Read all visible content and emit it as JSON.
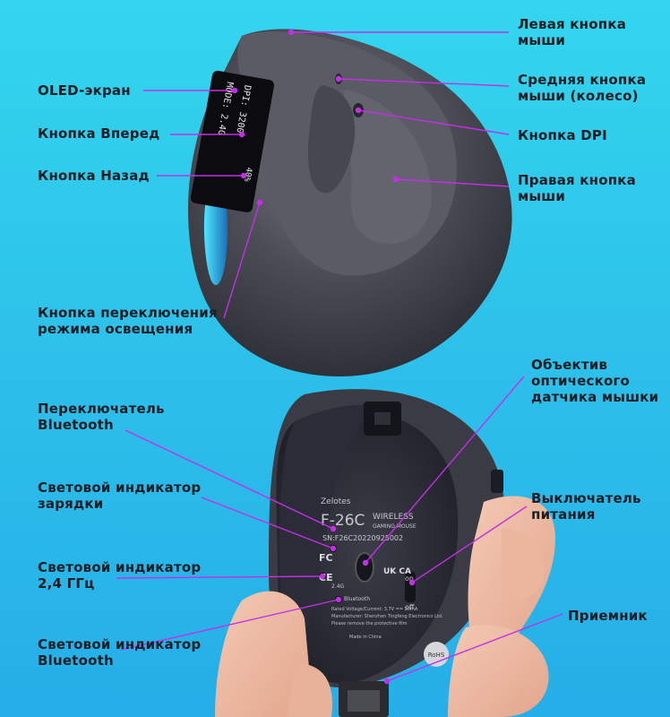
{
  "labels": {
    "left_button": [
      "Левая кнопка",
      "мыши"
    ],
    "oled": "OLED-экран",
    "middle_button": [
      "Средняя кнопка",
      "мыши (колесо)"
    ],
    "forward_button": "Кнопка Вперед",
    "dpi_button": "Кнопка DPI",
    "back_button": "Кнопка Назад",
    "right_button": [
      "Правая кнопка",
      "мыши"
    ],
    "light_mode_button": [
      "Кнопка переключения",
      "режима освещения"
    ],
    "optical_sensor": [
      "Объектив",
      "оптического",
      "датчика мышки"
    ],
    "bt_switch": [
      "Переключатель",
      "Bluetooth"
    ],
    "charge_led": [
      "Световой индикатор",
      "зарядки"
    ],
    "power_switch": [
      "Выключатель",
      "питания"
    ],
    "led_24": [
      "Световой индикатор",
      "2,4 ГГц"
    ],
    "receiver": "Приемник",
    "led_bt": [
      "Световой индикатор",
      "Bluetooth"
    ]
  },
  "oled_screen": {
    "line1": "MODE: 2.4G",
    "line2": "DPI: 3200",
    "battery": "40%"
  },
  "bottom_plate": {
    "brand": "Zelotes",
    "model": "F-26C",
    "subtitle1": "WIRELESS",
    "subtitle2": "GAMING MOUSE",
    "serial": "SN:F26C20220925002",
    "marks": [
      "FC",
      "UK CA",
      "CE"
    ],
    "on_label": "on",
    "off_label": "off",
    "bt_label": "Bluetooth",
    "g24_label": "2.4G",
    "rated": "Rated Voltage/Current: 3.7V == 20mA",
    "manufacturer": "Manufacturer: Shenzhen Tingfeng Electronics Ltd.",
    "note": "Please remove the protective film",
    "badge": "RoHS",
    "made_in": "Made in China"
  },
  "colors": {
    "label_text": "#1d1d24",
    "leader_line": "#c42fe8",
    "bg_top": "#33d6ee",
    "bg_bottom": "#25aee8"
  }
}
